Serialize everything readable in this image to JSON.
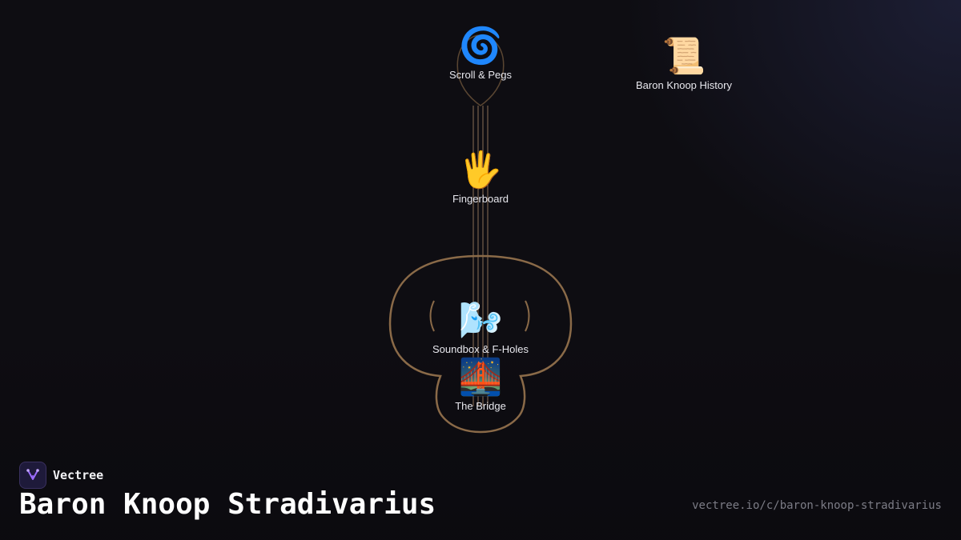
{
  "brand": {
    "name": "Vectree",
    "logo_icon": "vectree-logo-icon"
  },
  "title": "Baron Knoop Stradivarius",
  "url": "vectree.io/c/baron-knoop-stradivarius",
  "colors": {
    "background": "#0e0d12",
    "violin_outline": "#8a6a48",
    "strings": "#a08064",
    "accent": "#9b6cff"
  },
  "nodes": [
    {
      "id": "scroll",
      "icon": "🌀",
      "icon_name": "cyclone-icon",
      "label": "Scroll & Pegs"
    },
    {
      "id": "history",
      "icon": "📜",
      "icon_name": "scroll-icon",
      "label": "Baron Knoop History"
    },
    {
      "id": "fingerboard",
      "icon": "🖐",
      "icon_name": "hand-icon",
      "label": "Fingerboard"
    },
    {
      "id": "soundbox",
      "icon": "🌬️",
      "icon_name": "wind-icon",
      "label": "Soundbox & F-Holes"
    },
    {
      "id": "bridge",
      "icon": "🌉",
      "icon_name": "bridge-icon",
      "label": "The Bridge"
    }
  ]
}
